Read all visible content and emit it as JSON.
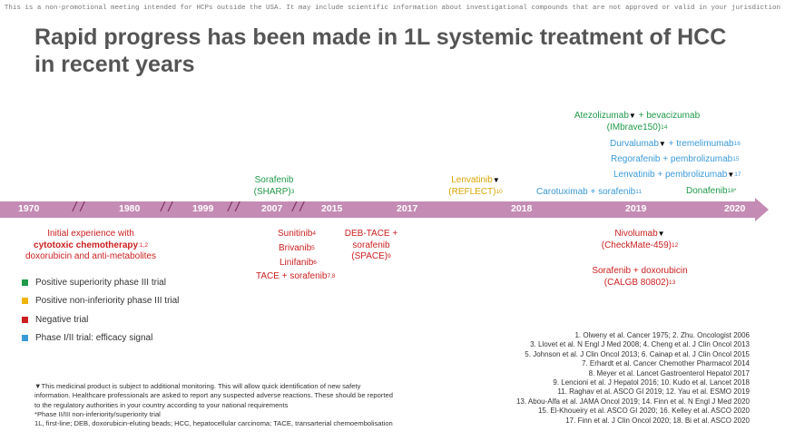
{
  "disclaimer": "This is a non-promotional meeting intended for HCPs outside the USA. It may include scientific information about investigational compounds that are not approved or valid in your jurisdiction",
  "title_line1": "Rapid progress has been made in 1L systemic treatment of HCC",
  "title_line2": "in recent years",
  "colors": {
    "green": "#1f9a4a",
    "yellow": "#d9a400",
    "red": "#cc1f1f",
    "blue": "#3a9ad9",
    "timeline": "#c48cb4"
  },
  "timeline": {
    "years": [
      "1970",
      "1980",
      "1999",
      "2007",
      "2015",
      "2017",
      "2018",
      "2019",
      "2020"
    ]
  },
  "events": {
    "sorafenib_name": "Sorafenib",
    "sorafenib_trial": "(SHARP)",
    "sorafenib_ref": "3",
    "lenvatinib_name": "Lenvatinib",
    "lenvatinib_trial": "(REFLECT)",
    "lenvatinib_ref": "10",
    "carotuximab": "Carotuximab + sorafenib",
    "carotuximab_ref": "11",
    "atezo_name": "Atezolizumab",
    "atezo_combo": " + bevacizumab",
    "atezo_trial": "(IMbrave150)",
    "atezo_ref": "14",
    "durva_name": "Durvalumab",
    "durva_combo": " + tremelimumab",
    "durva_ref": "16",
    "regorafenib": "Regorafenib + pembrolizumab",
    "regorafenib_ref": "15",
    "lenva_pembro_name": "Lenvatinib",
    "lenva_pembro_combo": " + pembrolizumab",
    "lenva_pembro_ref": "17",
    "donafenib": "Donafenib",
    "donafenib_ref": "18*",
    "initial_line1": "Initial experience with",
    "initial_line2": "cytotoxic chemotherapy",
    "initial_ref": ":1,2",
    "initial_line3": "doxorubicin and anti-metabolites",
    "sunitinib": "Sunitinib",
    "sunitinib_ref": "4",
    "brivanib": "Brivanib",
    "brivanib_ref": "5",
    "linifanib": "Linifanib",
    "linifanib_ref": "6",
    "tace": "TACE + sorafenib",
    "tace_ref": "7,8",
    "deb_line1": "DEB-TACE +",
    "deb_line2": "sorafenib",
    "deb_line3": "(SPACE)",
    "deb_ref": "9",
    "nivo_name": "Nivolumab",
    "nivo_trial": "(CheckMate-459)",
    "nivo_ref": "12",
    "sora_doxo": "Sorafenib + doxorubicin",
    "calgb": "(CALGB 80802)",
    "calgb_ref": "13",
    "triangle": "▼"
  },
  "legend": [
    {
      "label": "Positive superiority phase III trial",
      "color": "#1f9a4a"
    },
    {
      "label": "Positive non-inferiority phase III trial",
      "color": "#f0b400"
    },
    {
      "label": "Negative trial",
      "color": "#cc1f1f"
    },
    {
      "label": "Phase I/II trial: efficacy signal",
      "color": "#3a9ad9"
    }
  ],
  "references": [
    "1. Olweny et al. Cancer 1975; 2. Zhu. Oncologist 2006",
    "3. Llovet et al. N Engl J Med 2008; 4. Cheng et al. J Clin Oncol 2013",
    "5. Johnson et al. J Clin Oncol 2013; 6. Cainap et al. J Clin Oncol 2015",
    "7. Erhardt et al. Cancer Chemother Pharmacol 2014",
    "8. Meyer et al. Lancet Gastroenterol Hepatol 2017",
    "9. Lencioni et al. J Hepatol 2016; 10. Kudo et al. Lancet 2018",
    "11. Raghav et al. ASCO GI 2019; 12. Yau et al. ESMO 2019",
    "13. Abou-Alfa et al. JAMA Oncol 2019; 14. Finn et al. N Engl J Med 2020",
    "15. El-Khoueiry et al. ASCO GI 2020; 16. Kelley et al. ASCO 2020",
    "17. Finn et al. J Clin Oncol 2020; 18. Bi et al. ASCO 2020"
  ],
  "footnotes": {
    "monitoring_1": "▼This medicinal product is subject to additional monitoring. This will allow quick identification of new safety",
    "monitoring_2": "information. Healthcare professionals are asked to report any suspected adverse reactions. These should be reported",
    "monitoring_3": "to the regulatory authorities in your country according to your national requirements",
    "phase": "*Phase II/III non-inferiority/superiority trial",
    "abbrev": "1L, first-line; DEB, doxorubicin-eluting beads; HCC, hepatocellular carcinoma; TACE, transarterial chemoembolisation"
  }
}
